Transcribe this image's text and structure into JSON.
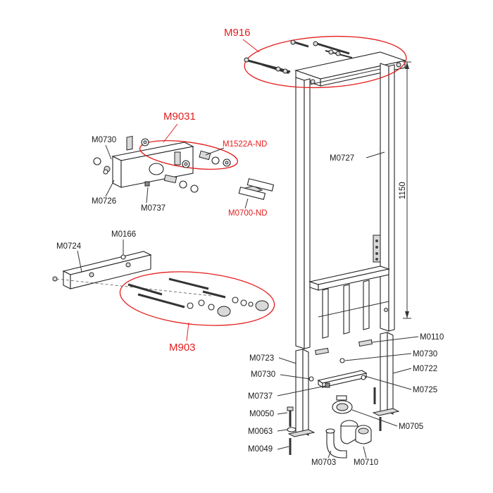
{
  "labels": {
    "m916": "M916",
    "m9031": "M9031",
    "m1522a": "M1522A-ND",
    "m0700": "M0700-ND",
    "m903": "M903",
    "m0730_a": "M0730",
    "m0726": "M0726",
    "m0737_a": "M0737",
    "m0166": "M0166",
    "m0724": "M0724",
    "m0727": "M0727",
    "dim_1150": "1150",
    "m0110": "M0110",
    "m0730_b": "M0730",
    "m0723": "M0723",
    "m0722": "M0722",
    "m0730_c": "M0730",
    "m0725": "M0725",
    "m0737_b": "M0737",
    "m0050": "M0050",
    "m0705": "M0705",
    "m0063": "M0063",
    "m0049": "M0049",
    "m0703": "M0703",
    "m0710": "M0710"
  },
  "colors": {
    "highlight": "#e41e1e",
    "line": "#222222",
    "background": "#ffffff"
  }
}
